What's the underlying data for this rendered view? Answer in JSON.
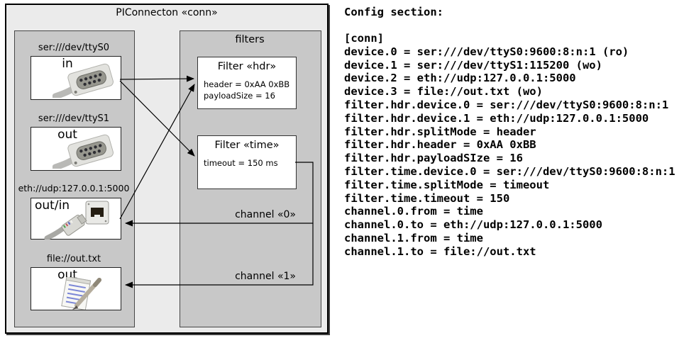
{
  "diagram": {
    "title": "PIConnecton «conn»",
    "devices_panel": {
      "devices": [
        {
          "label": "ser:///dev/ttyS0",
          "direction": "in",
          "icon": "serial-connector-icon"
        },
        {
          "label": "ser:///dev/ttyS1",
          "direction": "out",
          "icon": "serial-connector-icon"
        },
        {
          "label": "eth://udp:127.0.0.1:5000",
          "direction": "out/in",
          "icon": "ethernet-connector-icon"
        },
        {
          "label": "file://out.txt",
          "direction": "out",
          "icon": "notepad-pencil-icon"
        }
      ]
    },
    "filters_panel": {
      "title": "filters",
      "filters": [
        {
          "title": "Filter «hdr»",
          "attributes": [
            "header = 0xAA 0xBB",
            "payloadSize = 16"
          ]
        },
        {
          "title": "Filter «time»",
          "attributes": [
            "timeout = 150 ms"
          ]
        }
      ]
    },
    "channels": [
      {
        "label": "channel «0»"
      },
      {
        "label": "channel «1»"
      }
    ],
    "colors": {
      "outer_bg": "#ebebeb",
      "panel_bg": "#c8c8c8",
      "box_bg": "#ffffff",
      "line": "#000000"
    }
  },
  "config": {
    "heading": "Config section:",
    "lines": [
      "[conn]",
      "device.0 = ser:///dev/ttyS0:9600:8:n:1 (ro)",
      "device.1 = ser:///dev/ttyS1:115200 (wo)",
      "device.2 = eth://udp:127.0.0.1:5000",
      "device.3 = file://out.txt (wo)",
      "filter.hdr.device.0 = ser:///dev/ttyS0:9600:8:n:1",
      "filter.hdr.device.1 = eth://udp:127.0.0.1:5000",
      "filter.hdr.splitMode = header",
      "filter.hdr.header = 0xAA 0xBB",
      "filter.hdr.payloadSIze = 16",
      "filter.time.device.0 = ser:///dev/ttyS0:9600:8:n:1",
      "filter.time.splitMode = timeout",
      "filter.time.timeout = 150",
      "channel.0.from = time",
      "channel.0.to = eth://udp:127.0.0.1:5000",
      "channel.1.from = time",
      "channel.1.to = file://out.txt"
    ]
  }
}
